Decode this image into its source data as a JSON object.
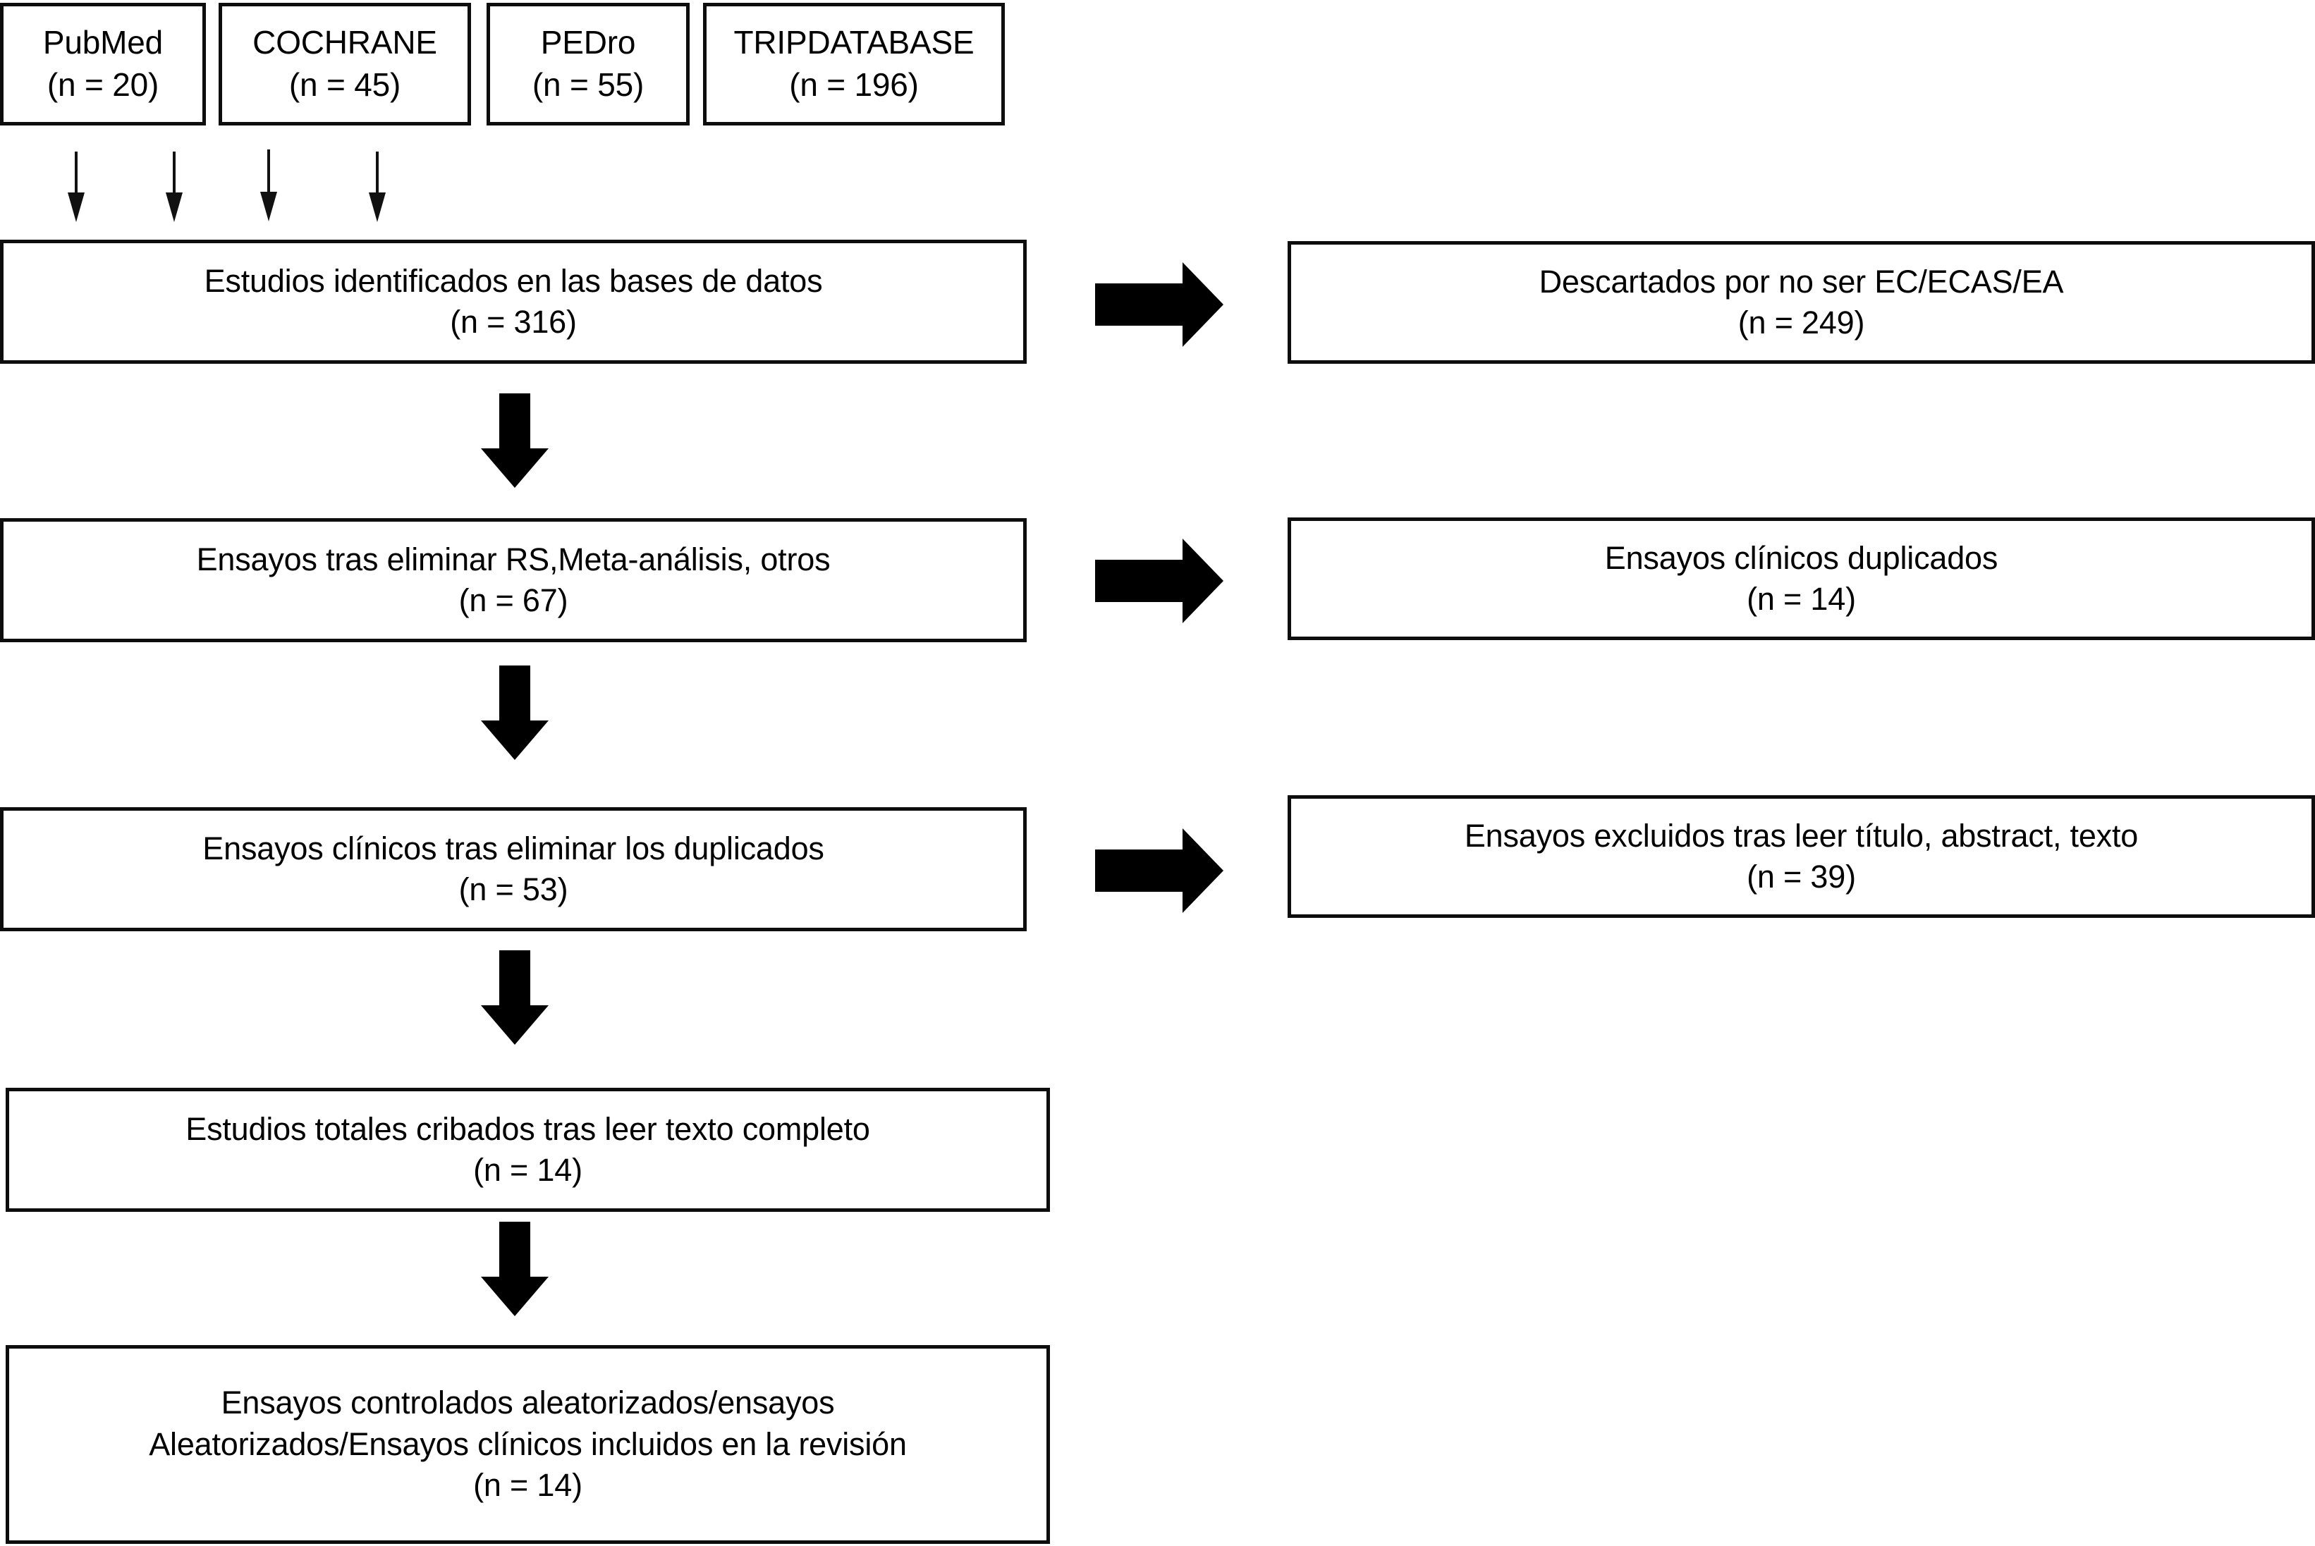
{
  "figure": {
    "kind": "prisma-flow-diagram",
    "language": "es",
    "ink_color": "#000000",
    "background_color": "#ffffff"
  },
  "sources": [
    {
      "name": "PubMed",
      "count_label": "(n = 20)"
    },
    {
      "name": "COCHRANE",
      "count_label": "(n = 45)"
    },
    {
      "name": "PEDro",
      "count_label": "(n = 55)"
    },
    {
      "name": "TRIPDATABASE",
      "count_label": "(n = 196)"
    }
  ],
  "flow": [
    {
      "text": "Estudios identificados en las bases de datos",
      "count_label": "(n = 316)"
    },
    {
      "text": "Ensayos tras eliminar RS,Meta-análisis, otros",
      "count_label": "(n = 67)"
    },
    {
      "text": "Ensayos clínicos tras eliminar los duplicados",
      "count_label": "(n = 53)"
    },
    {
      "text": "Estudios totales cribados tras leer texto completo",
      "count_label": "(n = 14)"
    },
    {
      "text_line1": "Ensayos controlados aleatorizados/ensayos",
      "text_line2": "Aleatorizados/Ensayos clínicos incluidos en la revisión",
      "count_label": "(n = 14)"
    }
  ],
  "exclusions": [
    {
      "text": "Descartados por no ser EC/ECAS/EA",
      "count_label": "(n = 249)"
    },
    {
      "text": "Ensayos clínicos duplicados",
      "count_label": "(n = 14)"
    },
    {
      "text": "Ensayos excluidos tras leer título, abstract, texto",
      "count_label": "(n = 39)"
    }
  ]
}
